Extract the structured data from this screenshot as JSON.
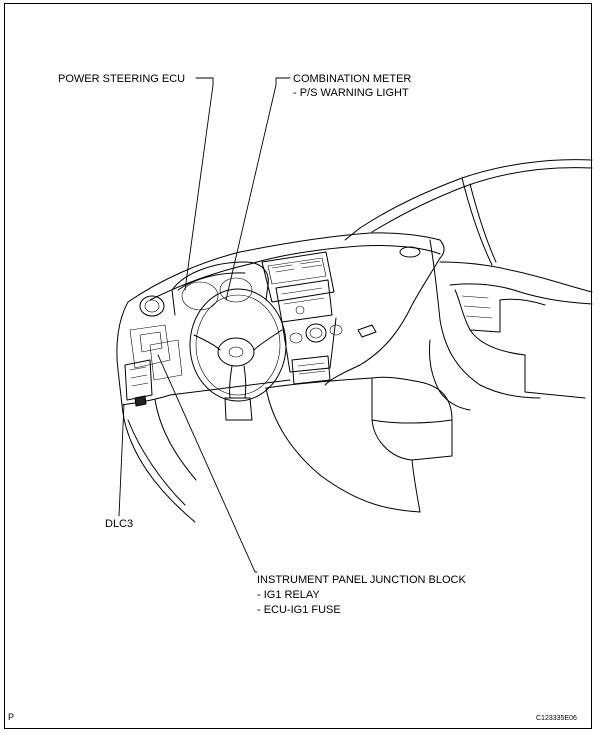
{
  "labels": {
    "power_steering_ecu": "POWER STEERING ECU",
    "combination_meter": "COMBINATION METER",
    "ps_warning_light": "- P/S WARNING LIGHT",
    "dlc3": "DLC3",
    "junction_block": "INSTRUMENT PANEL JUNCTION BLOCK",
    "ig1_relay": "- IG1 RELAY",
    "ecu_ig1_fuse": "- ECU-IG1 FUSE"
  },
  "footer": {
    "page_marker": "P",
    "figure_code": "C123335E06"
  }
}
